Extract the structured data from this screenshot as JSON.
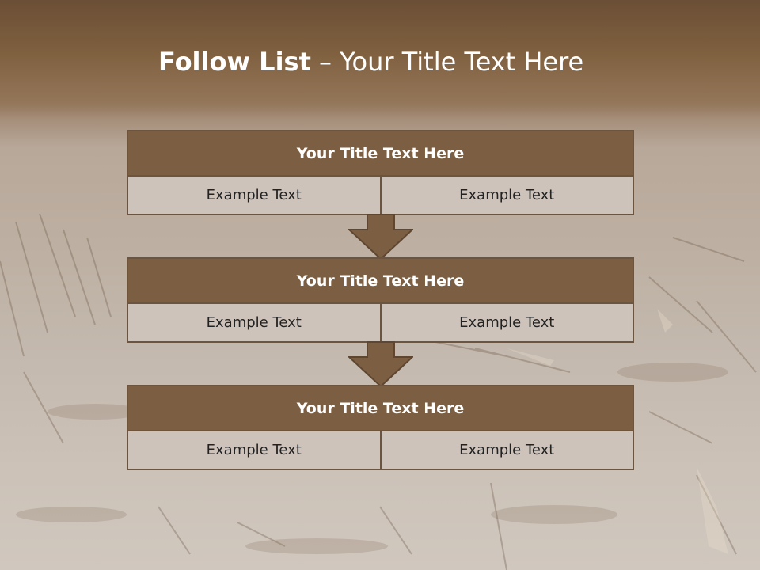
{
  "slide": {
    "title_bold": "Follow List",
    "title_rest": " – Your Title Text Here"
  },
  "blocks": [
    {
      "title": "Your Title Text Here",
      "left_text": "Example Text",
      "right_text": "Example Text"
    },
    {
      "title": "Your Title Text Here",
      "left_text": "Example Text",
      "right_text": "Example Text"
    },
    {
      "title": "Your Title Text Here",
      "left_text": "Example Text",
      "right_text": "Example Text"
    }
  ],
  "colors": {
    "header_fill": "#7c5f42",
    "border": "#6b5440",
    "cell_fill": "#cdc3bb",
    "title_text": "#ffffff"
  },
  "icons": {
    "flow_arrow": "down-arrow-icon"
  }
}
